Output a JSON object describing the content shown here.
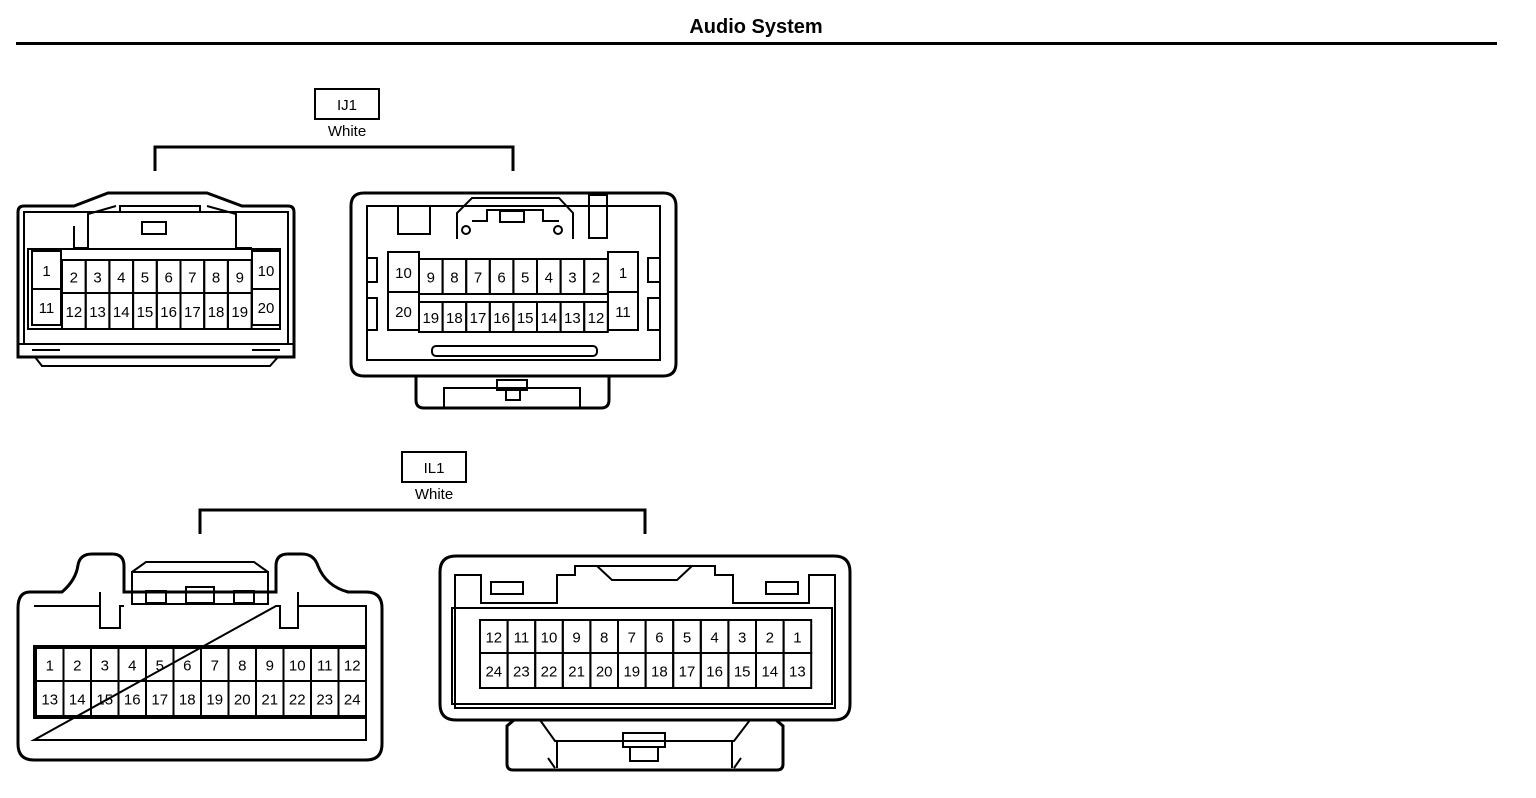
{
  "title": "Audio System",
  "colors": {
    "line": "#000000",
    "background": "#ffffff"
  },
  "connectors": [
    {
      "code": "IJ1",
      "color_label": "White",
      "left_view": {
        "top_row": [
          "1",
          "2",
          "3",
          "4",
          "5",
          "6",
          "7",
          "8",
          "9",
          "10"
        ],
        "bottom_row": [
          "11",
          "12",
          "13",
          "14",
          "15",
          "16",
          "17",
          "18",
          "19",
          "20"
        ]
      },
      "right_view": {
        "top_row": [
          "10",
          "9",
          "8",
          "7",
          "6",
          "5",
          "4",
          "3",
          "2",
          "1"
        ],
        "bottom_row": [
          "20",
          "19",
          "18",
          "17",
          "16",
          "15",
          "14",
          "13",
          "12",
          "11"
        ]
      }
    },
    {
      "code": "IL1",
      "color_label": "White",
      "left_view": {
        "top_row": [
          "1",
          "2",
          "3",
          "4",
          "5",
          "6",
          "7",
          "8",
          "9",
          "10",
          "11",
          "12"
        ],
        "bottom_row": [
          "13",
          "14",
          "15",
          "16",
          "17",
          "18",
          "19",
          "20",
          "21",
          "22",
          "23",
          "24"
        ]
      },
      "right_view": {
        "top_row": [
          "12",
          "11",
          "10",
          "9",
          "8",
          "7",
          "6",
          "5",
          "4",
          "3",
          "2",
          "1"
        ],
        "bottom_row": [
          "24",
          "23",
          "22",
          "21",
          "20",
          "19",
          "18",
          "17",
          "16",
          "15",
          "14",
          "13"
        ]
      }
    }
  ]
}
